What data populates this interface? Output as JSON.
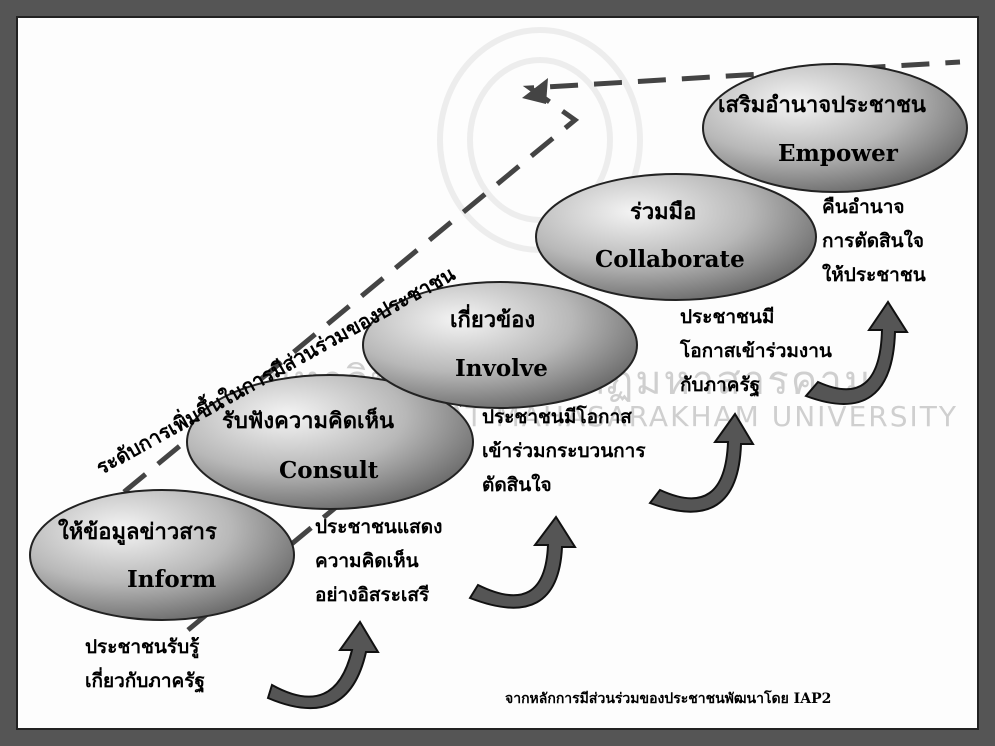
{
  "levels": [
    {
      "thai": "ให้ข้อมูลข่าวสาร",
      "english": "Inform",
      "description": [
        "ประชาชนรับรู้",
        "เกี่ยวกับภาครัฐ"
      ]
    },
    {
      "thai": "รับฟังความคิดเห็น",
      "english": "Consult",
      "description": [
        "ประชาชนแสดง",
        "ความคิดเห็น",
        "อย่างอิสระเสรี"
      ]
    },
    {
      "thai": "เกี่ยวข้อง",
      "english": "Involve",
      "description": [
        "ประชาชนมีโอกาส",
        "เข้าร่วมกระบวนการ",
        "ตัดสินใจ"
      ]
    },
    {
      "thai": "ร่วมมือ",
      "english": "Collaborate",
      "description": [
        "ประชาชนมี",
        "โอกาสเข้าร่วมงาน",
        "กับภาครัฐ"
      ]
    },
    {
      "thai": "เสริมอำนาจประชาชน",
      "english": "Empower",
      "description": [
        "คืนอำนาจ",
        "การตัดสินใจ",
        "ให้ประชาชน"
      ]
    }
  ],
  "axis_label": "ระดับการเพิ่มขึ้นในการมีส่วนร่วมของประชาชน",
  "source": "จากหลักการมีส่วนร่วมของประชาชนพัฒนาโดย IAP2",
  "watermark": {
    "thai": "มหาวิทยาลัยราชภัฏมหาสารคาม",
    "english": "RAJABHAT MAHASARAKHAM UNIVERSITY"
  },
  "colors": {
    "ellipse_light": "#eeeeee",
    "ellipse_dark": "#6a6a6a",
    "frame": "#555555",
    "arrow": "#444444"
  }
}
